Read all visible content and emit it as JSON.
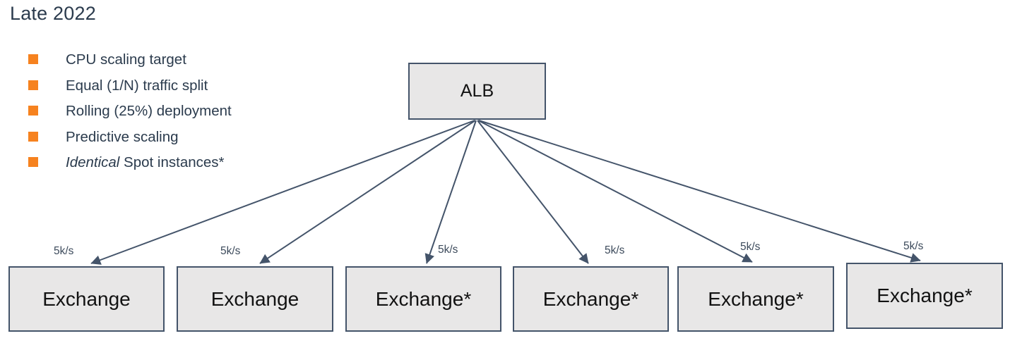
{
  "slide": {
    "title": "Late 2022"
  },
  "bullets": [
    {
      "em": "",
      "text": "CPU scaling target"
    },
    {
      "em": "",
      "text": "Equal (1/N) traffic split"
    },
    {
      "em": "",
      "text": "Rolling (25%) deployment"
    },
    {
      "em": "",
      "text": "Predictive scaling"
    },
    {
      "em": "Identical",
      "text": " Spot instances*"
    }
  ],
  "diagram": {
    "root": {
      "label": "ALB"
    },
    "targets": [
      {
        "label": "Exchange",
        "rate": "5k/s"
      },
      {
        "label": "Exchange",
        "rate": "5k/s"
      },
      {
        "label": "Exchange*",
        "rate": "5k/s"
      },
      {
        "label": "Exchange*",
        "rate": "5k/s"
      },
      {
        "label": "Exchange*",
        "rate": "5k/s"
      },
      {
        "label": "Exchange*",
        "rate": "5k/s"
      }
    ]
  },
  "colors": {
    "accent_orange": "#F6821F",
    "line_slate": "#44546A",
    "box_fill": "#E8E7E7",
    "heading_text": "#2B3B4D"
  }
}
